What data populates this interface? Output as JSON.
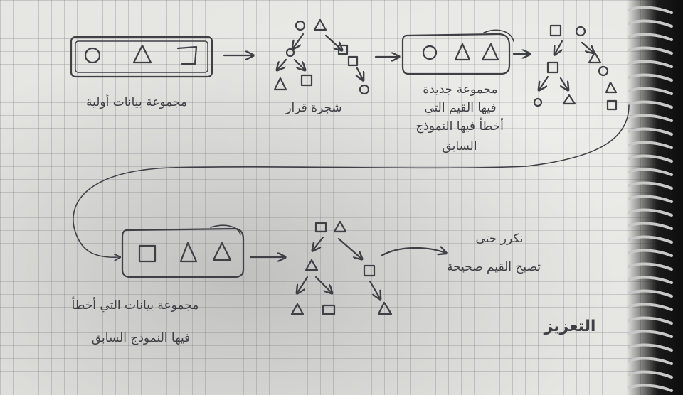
{
  "labels": {
    "initial_set": "مجموعة بيانات أولية",
    "tree_1": "شجرة قرار",
    "new_set_line1": "مجموعة جديدة",
    "new_set_line2": "فيها القيم التي",
    "new_set_line3": "أخطأ فيها النموذج",
    "new_set_line4": "السابق",
    "third_set_line1": "مجموعة بيانات التي أخطأ",
    "third_set_line2": "فيها النموذج السابق",
    "repeat_line1": "نكرر حتى",
    "repeat_line2": "تصبح القيم صحيحة",
    "title": "التعزيز"
  },
  "diagram": {
    "shape_glyphs": {
      "circle": "O",
      "triangle": "Δ",
      "square": "□"
    },
    "dataset_1": [
      "circle",
      "triangle",
      "square"
    ],
    "dataset_2": [
      "circle",
      "triangle",
      "triangle"
    ],
    "dataset_3": [
      "square",
      "triangle",
      "triangle"
    ],
    "tree_1": {
      "root": [
        "circle",
        "triangle"
      ],
      "left": "circle",
      "left_children": [
        "triangle",
        "square"
      ],
      "right": [
        "square",
        "square"
      ],
      "right_child": "circle"
    },
    "tree_2": {
      "root": [
        "square",
        "circle"
      ],
      "left": "square",
      "left_children": [
        "circle",
        "triangle"
      ],
      "right": [
        "triangle",
        "circle",
        "triangle",
        "square"
      ]
    },
    "tree_3": {
      "root": [
        "square",
        "triangle"
      ],
      "left": "triangle",
      "left_children": [
        "triangle",
        "square"
      ],
      "right": "square",
      "right_child": "triangle"
    }
  },
  "colors": {
    "ink": "#3f3f46",
    "paper": "#e6e6e2",
    "grid": "#8e8e96"
  }
}
